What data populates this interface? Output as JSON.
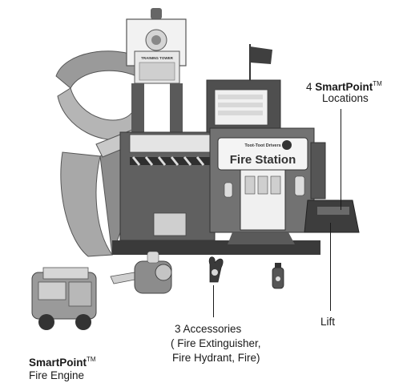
{
  "labels": {
    "locations": {
      "count": "4",
      "brand": "SmartPoint",
      "tm": "TM",
      "line2": "Locations"
    },
    "lift": {
      "text": "Lift"
    },
    "accessories": {
      "line1": "3 Accessories",
      "line2": "( Fire Extinguisher,",
      "line3": "Fire Hydrant, Fire)"
    },
    "engine": {
      "brand": "SmartPoint",
      "tm": "TM",
      "line2": "Fire Engine"
    }
  },
  "toy": {
    "sign_small": "Toot-Toot Drivers",
    "sign_main": "Fire Station",
    "tower_sign": "TRAINING TOWER"
  },
  "colors": {
    "dark": "#4a4a4a",
    "mid": "#8a8a8a",
    "light": "#c8c8c8",
    "pale": "#e6e6e6"
  }
}
